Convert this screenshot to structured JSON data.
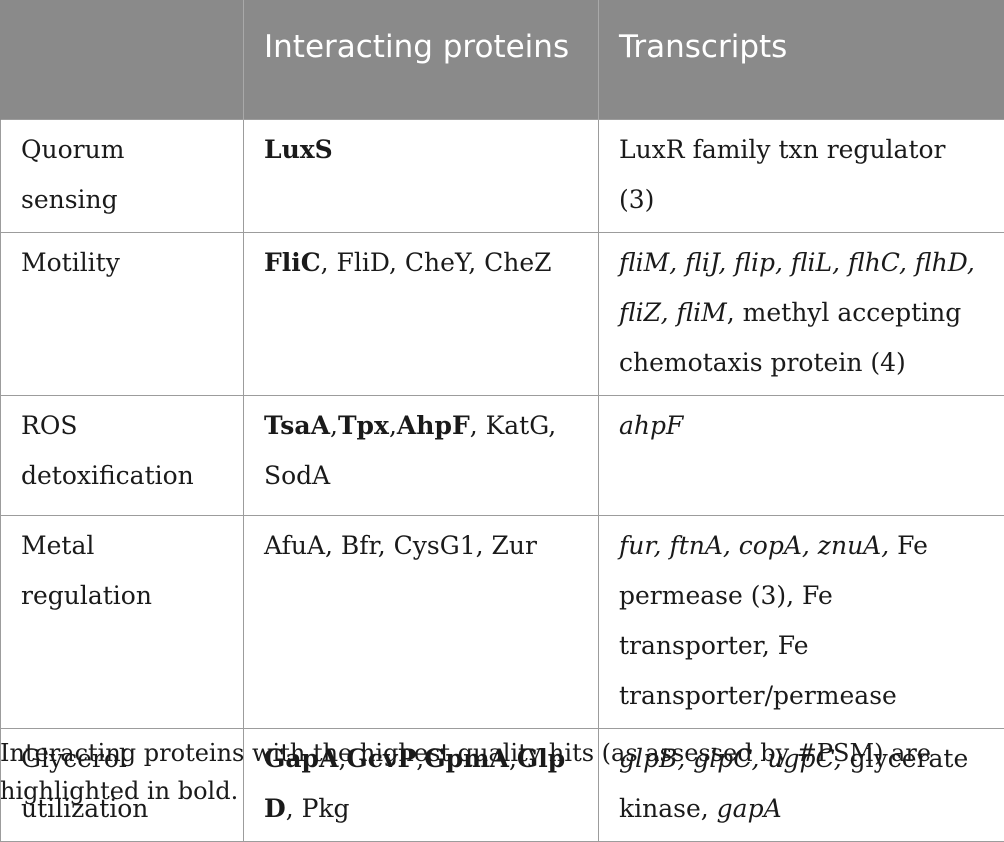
{
  "table": {
    "headers": [
      "",
      "Interacting proteins",
      "Transcripts"
    ],
    "rows": [
      {
        "category": "Quorum sensing",
        "proteins": [
          {
            "t": "LuxS",
            "b": true
          }
        ],
        "transcripts": [
          {
            "t": "LuxR family txn regulator (3)"
          }
        ]
      },
      {
        "category": "Motility",
        "proteins": [
          {
            "t": "FliC",
            "b": true
          },
          {
            "t": ", FliD, CheY, CheZ"
          }
        ],
        "transcripts": [
          {
            "t": "fliM, fliJ, flip, fliL, flhC, flhD, fliZ, fliM",
            "i": true
          },
          {
            "t": ", methyl accepting chemotaxis protein (4)"
          }
        ]
      },
      {
        "category": "ROS detoxification",
        "proteins": [
          {
            "t": "TsaA",
            "b": true
          },
          {
            "t": ","
          },
          {
            "t": "Tpx",
            "b": true
          },
          {
            "t": ","
          },
          {
            "t": "AhpF",
            "b": true
          },
          {
            "t": ", KatG, SodA"
          }
        ],
        "transcripts": [
          {
            "t": "ahpF",
            "i": true
          }
        ]
      },
      {
        "category": "Metal regulation",
        "proteins": [
          {
            "t": "AfuA, Bfr, CysG1, Zur"
          }
        ],
        "transcripts": [
          {
            "t": "fur, ftnA, copA, znuA,",
            "i": true
          },
          {
            "t": " Fe permease (3), Fe transporter, Fe transporter/permease"
          }
        ]
      },
      {
        "category": "Glycerol utilization",
        "proteins": [
          {
            "t": "GapA",
            "b": true
          },
          {
            "t": ","
          },
          {
            "t": "GcvP",
            "b": true
          },
          {
            "t": ","
          },
          {
            "t": "GpmA",
            "b": true
          },
          {
            "t": ","
          },
          {
            "t": "GlpD",
            "b": true
          },
          {
            "t": ", Pkg"
          }
        ],
        "transcripts": [
          {
            "t": "glpB, glpC, ugpC,",
            "i": true
          },
          {
            "t": " glycerate kinase, "
          },
          {
            "t": "gapA",
            "i": true
          }
        ]
      }
    ]
  },
  "footnote": "Interacting proteins with the highest quality hits (as assessed by #PSM) are highlighted in bold."
}
